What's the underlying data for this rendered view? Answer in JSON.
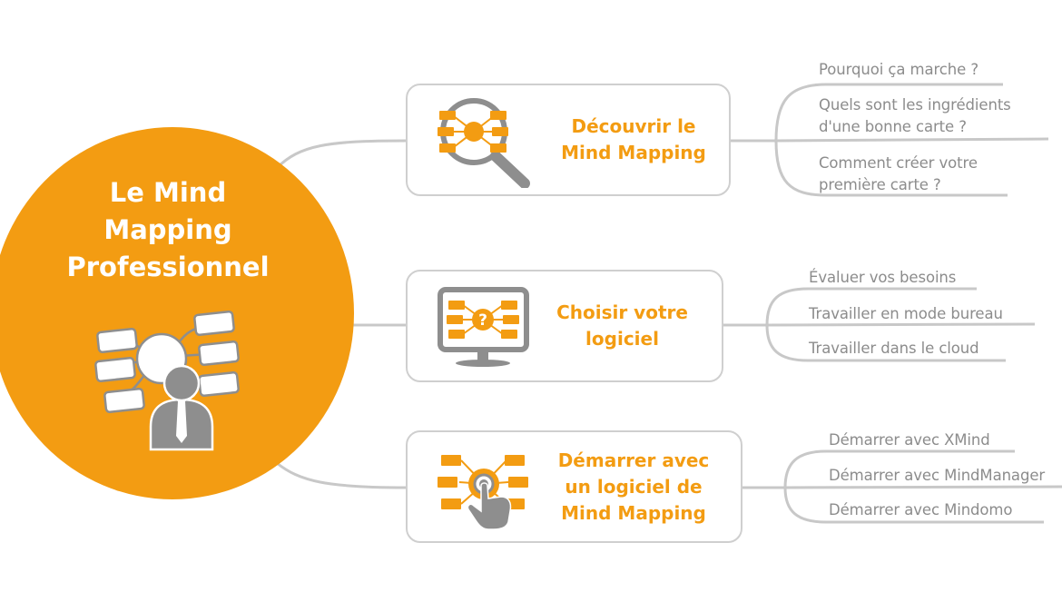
{
  "diagram": {
    "colors": {
      "accent": "#F39C12",
      "connector": "#c8c8c8",
      "box_border": "#cfcfcf",
      "icon_gray": "#8e8e8e",
      "leaf_text": "#8c8c8c"
    },
    "center": {
      "title_lines": [
        "Le Mind",
        "Mapping",
        "Professionnel"
      ],
      "icon": "mind-map-person-icon"
    },
    "branches": [
      {
        "title_lines": [
          "Découvrir le",
          "Mind Mapping"
        ],
        "icon": "magnifier-mind-map-icon",
        "leaves": [
          {
            "lines": [
              "Pourquoi ça marche ?"
            ]
          },
          {
            "lines": [
              "Quels sont les ingrédients",
              "d'une bonne carte ?"
            ]
          },
          {
            "lines": [
              "Comment créer votre",
              "première carte ?"
            ]
          }
        ]
      },
      {
        "title_lines": [
          "Choisir votre",
          "logiciel"
        ],
        "icon": "monitor-question-icon",
        "leaves": [
          {
            "lines": [
              "Évaluer vos besoins"
            ]
          },
          {
            "lines": [
              "Travailler en mode bureau"
            ]
          },
          {
            "lines": [
              "Travailler dans le cloud"
            ]
          }
        ]
      },
      {
        "title_lines": [
          "Démarrer avec",
          "un logiciel de",
          "Mind Mapping"
        ],
        "icon": "touch-mind-map-icon",
        "leaves": [
          {
            "lines": [
              "Démarrer avec XMind"
            ]
          },
          {
            "lines": [
              "Démarrer avec MindManager"
            ]
          },
          {
            "lines": [
              "Démarrer avec Mindomo"
            ]
          }
        ]
      }
    ]
  }
}
